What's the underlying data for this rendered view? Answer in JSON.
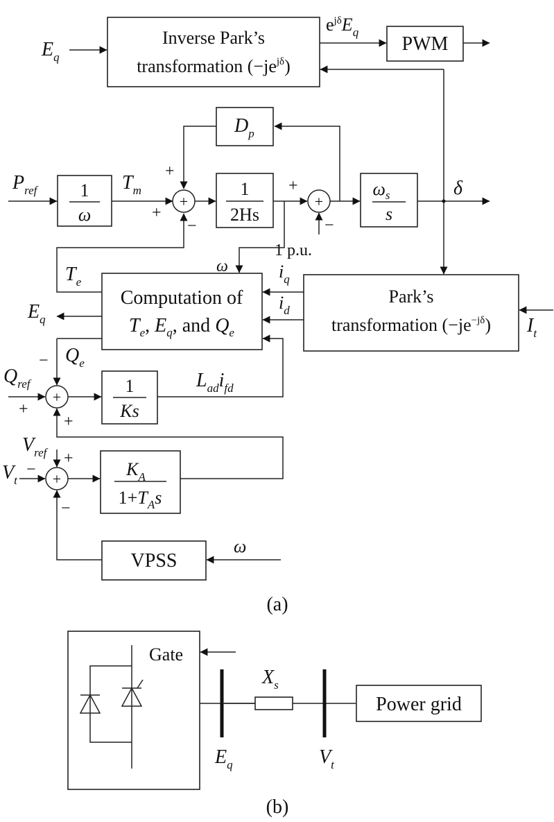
{
  "diagram_a": {
    "caption": "(a)",
    "inverse_park": {
      "line1": "Inverse Park’s",
      "line2_prefix": "transformation (−je",
      "line2_sup": "jδ",
      "line2_suffix": ")"
    },
    "pwm": "PWM",
    "eq_out": {
      "prefix": "e",
      "sup": "jδ",
      "main": "E",
      "sub": "q"
    },
    "eq_in": {
      "main": "E",
      "sub": "q"
    },
    "dp": {
      "main": "D",
      "sub": "p"
    },
    "pref": {
      "main": "P",
      "sub": "ref"
    },
    "inv_omega": {
      "num": "1",
      "den": "ω"
    },
    "tm": {
      "main": "T",
      "sub": "m"
    },
    "inertia": {
      "num": "1",
      "den": "2Hs"
    },
    "omega_s_block": {
      "num_main": "ω",
      "num_sub": "s",
      "den": "s"
    },
    "delta": "δ",
    "one_pu": "1 p.u.",
    "omega_label": "ω",
    "te": {
      "main": "T",
      "sub": "e"
    },
    "iq": {
      "main": "i",
      "sub": "q"
    },
    "id": {
      "main": "i",
      "sub": "d"
    },
    "computation": {
      "line1": "Computation of",
      "l2_t": "T",
      "l2_t_sub": "e",
      "l2_mid": ", ",
      "l2_e": "E",
      "l2_e_sub": "q",
      "l2_and": ", and ",
      "l2_q": "Q",
      "l2_q_sub": "e"
    },
    "park": {
      "line1": "Park’s",
      "line2_prefix": "transformation (−je",
      "line2_sup": "−jδ",
      "line2_suffix": ")"
    },
    "it": {
      "main": "I",
      "sub": "t"
    },
    "eq_left": {
      "main": "E",
      "sub": "q"
    },
    "qe": {
      "main": "Q",
      "sub": "e"
    },
    "qref": {
      "main": "Q",
      "sub": "ref"
    },
    "q_integrator": {
      "num": "1",
      "den": "Ks"
    },
    "lad_ifd": {
      "m1": "L",
      "s1": "ad",
      "m2": "i",
      "s2": "fd"
    },
    "vref": {
      "main": "V",
      "sub": "ref"
    },
    "vt": {
      "main": "V",
      "sub": "t"
    },
    "avr": {
      "num_main": "K",
      "num_sub": "A",
      "den_prefix": "1+",
      "den_main": "T",
      "den_sub": "A",
      "den_suffix": "s"
    },
    "vpss": "VPSS",
    "omega_in": "ω",
    "signs": {
      "plus": "+",
      "minus": "−"
    }
  },
  "diagram_b": {
    "caption": "(b)",
    "gate": "Gate",
    "xs": {
      "main": "X",
      "sub": "s"
    },
    "power_grid": "Power grid",
    "eq_bus": {
      "main": "E",
      "sub": "q"
    },
    "vt_bus": {
      "main": "V",
      "sub": "t"
    }
  }
}
